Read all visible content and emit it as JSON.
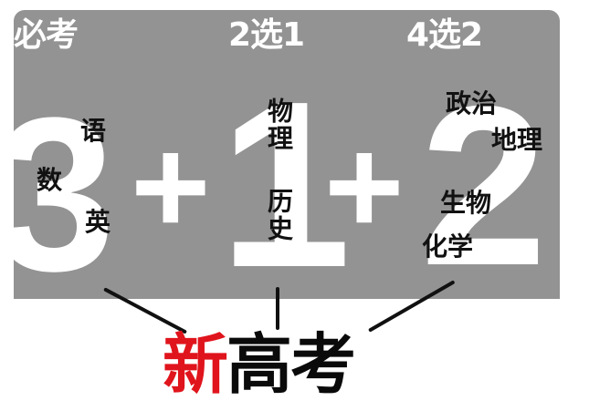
{
  "header": {
    "left": "必考",
    "middle": "2选1",
    "right": "4选2"
  },
  "formula": {
    "num1": "3",
    "plus1": "+",
    "num2": "1",
    "plus2": "+",
    "num3": "2"
  },
  "subjects": {
    "required": [
      "语",
      "数",
      "英"
    ],
    "choose_one": [
      "物理",
      "历史"
    ],
    "choose_two": [
      "政治",
      "地理",
      "生物",
      "化学"
    ]
  },
  "title": {
    "highlight": "新",
    "rest": "高考"
  },
  "colors": {
    "panel": "#939393",
    "highlight": "#e0141c",
    "text_dark": "#0a0a0a",
    "text_light": "#ffffff"
  }
}
